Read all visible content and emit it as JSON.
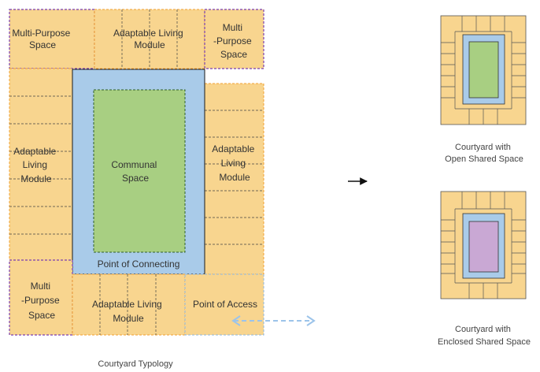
{
  "colors": {
    "module_fill": "#f8d58f",
    "module_border_orange": "#f0a030",
    "module_border_purple": "#7b3fb0",
    "connecting_fill": "#a9cbe9",
    "communal_fill": "#a8cf82",
    "enclosed_fill": "#c9a8d4",
    "access_border": "#8fb7de",
    "arrow_light_blue": "#9cc4ea",
    "arrow_dark": "#111111"
  },
  "main_plan": {
    "multi_purpose_top_left": [
      "Multi-Purpose",
      "Space"
    ],
    "adaptable_top": [
      "Adaptable Living",
      "Module"
    ],
    "multi_purpose_top_right": [
      "Multi",
      "-Purpose",
      "Space"
    ],
    "adaptable_left": [
      "Adaptable",
      "Living",
      "Module"
    ],
    "communal": [
      "Communal",
      "Space"
    ],
    "adaptable_right": [
      "Adaptable",
      "Living",
      "Module"
    ],
    "point_of_connecting": "Point of Connecting",
    "multi_purpose_bottom_left": [
      "Multi",
      "-Purpose",
      "Space"
    ],
    "adaptable_bottom": [
      "Adaptable Living",
      "Module"
    ],
    "point_of_access": "Point of Access",
    "caption": "Courtyard Typology"
  },
  "variants": [
    {
      "caption": [
        "Courtyard with",
        "Open Shared Space"
      ],
      "center": "green"
    },
    {
      "caption": [
        "Courtyard with",
        "Enclosed Shared Space"
      ],
      "center": "purple"
    }
  ]
}
